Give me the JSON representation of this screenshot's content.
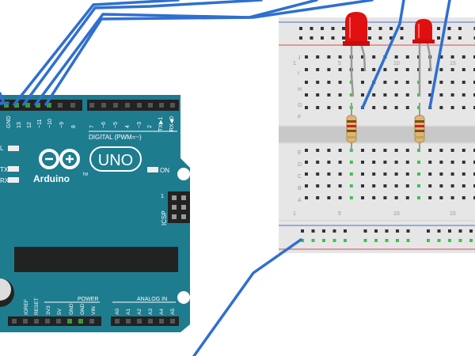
{
  "board": {
    "logo_text": "Arduino",
    "logo_tm": "TM",
    "model": "UNO",
    "on_label": "ON",
    "l_label": "L",
    "tx_label": "TX",
    "rx_label": "RX",
    "digital_label": "DIGITAL (PWM=~)",
    "icsp_label": "ICSP",
    "icsp_one": "1",
    "power_label": "POWER",
    "analog_label": "ANALOG IN",
    "digital_pins": [
      "GND",
      "13",
      "12",
      "~11",
      "~10",
      "~9",
      "8",
      "7",
      "~6",
      "~5",
      "4",
      "~3",
      "2",
      "TX▶1",
      "RX◀0"
    ],
    "power_pins": [
      "IOREF",
      "RESET",
      "3V3",
      "5V",
      "GND",
      "GND",
      "VIN"
    ],
    "analog_pins": [
      "A0",
      "A1",
      "A2",
      "A3",
      "A4",
      "A5"
    ],
    "color": "#1e7c8f"
  },
  "breadboard": {
    "row_letters_top": [
      "J",
      "I",
      "H",
      "G",
      "F"
    ],
    "row_letters_bottom": [
      "E",
      "D",
      "C",
      "B",
      "A"
    ],
    "column_numbers": [
      "1",
      "5",
      "10",
      "15"
    ]
  },
  "wire_color": "#2f6fd0",
  "led_color": "#e01010"
}
